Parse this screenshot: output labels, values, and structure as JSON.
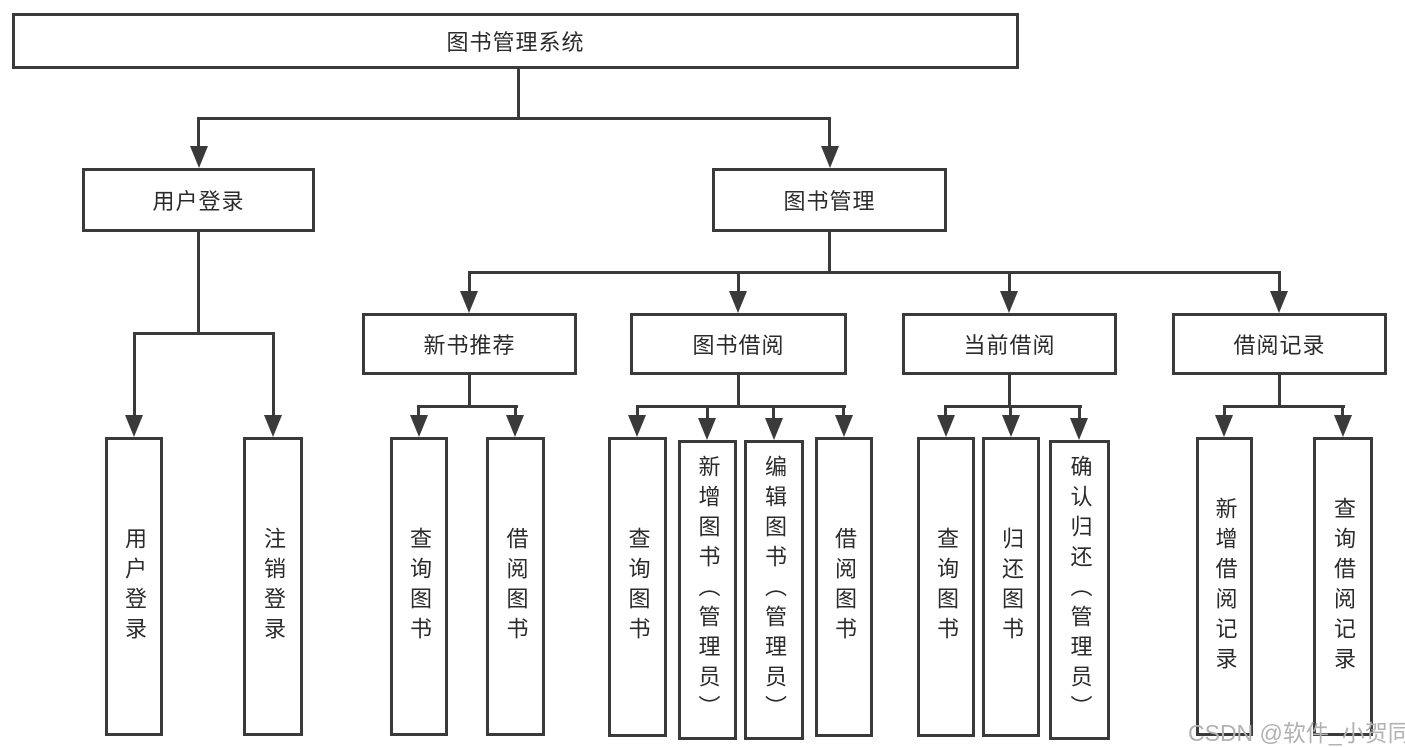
{
  "colors": {
    "line": "#3a3a3a",
    "text": "#2b2b2b",
    "watermark": "#b3b1b1",
    "background": "#ffffff"
  },
  "diagram": {
    "root": {
      "label": "图书管理系统"
    },
    "branches": {
      "user_login": {
        "label": "用户登录"
      },
      "book_management": {
        "label": "图书管理"
      }
    },
    "modules": {
      "new_books": {
        "label": "新书推荐"
      },
      "book_borrowing": {
        "label": "图书借阅"
      },
      "current_borrowing": {
        "label": "当前借阅"
      },
      "borrowing_records": {
        "label": "借阅记录"
      }
    },
    "functions": {
      "user_login": {
        "label": "用户登录"
      },
      "logout": {
        "label": "注销登录"
      },
      "new_books_query": {
        "label": "查询图书"
      },
      "new_books_borrow": {
        "label": "借阅图书"
      },
      "borrowing_query": {
        "label": "查询图书"
      },
      "borrowing_add": {
        "label": "新增图书（管理员）"
      },
      "borrowing_edit": {
        "label": "编辑图书（管理员）"
      },
      "borrowing_borrow": {
        "label": "借阅图书"
      },
      "current_query": {
        "label": "查询图书"
      },
      "current_return": {
        "label": "归还图书"
      },
      "current_confirm": {
        "label": "确认归还（管理员）"
      },
      "records_add": {
        "label": "新增借阅记录"
      },
      "records_query": {
        "label": "查询借阅记录"
      }
    }
  },
  "watermark": {
    "text": "CSDN @软件_小贺同学"
  }
}
